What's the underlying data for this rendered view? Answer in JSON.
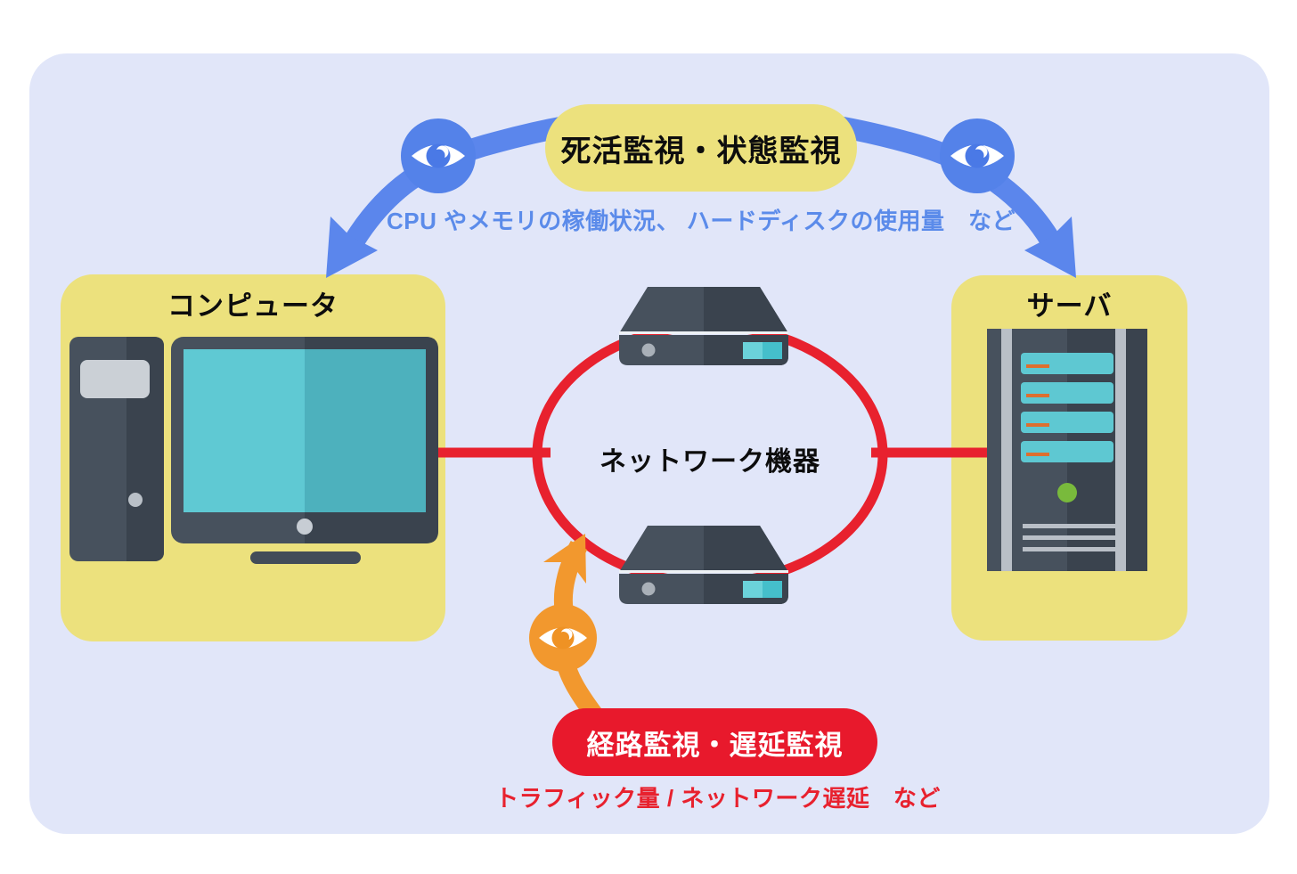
{
  "monitoring_top": {
    "label": "死活監視・状態監視",
    "caption": "CPU やメモリの稼働状況、 ハードディスクの使用量　など",
    "pill_color": "#ece17d",
    "arrow_color": "#5b86ec",
    "caption_color": "#5b8bea"
  },
  "monitoring_bottom": {
    "label": "経路監視・遅延監視",
    "caption": "トラフィック量 / ネットワーク遅延　など",
    "pill_color": "#e8192c",
    "arrow_color": "#f2982e",
    "caption_color": "#e8212e"
  },
  "nodes": {
    "computer": {
      "label": "コンピュータ",
      "box_color": "#ece17d"
    },
    "server": {
      "label": "サーバ",
      "box_color": "#ece17d"
    },
    "network": {
      "label": "ネットワーク機器",
      "ring_color": "#e8212e"
    }
  },
  "icons": {
    "blue_eye_left": "eye-icon",
    "blue_eye_right": "eye-icon",
    "orange_eye": "eye-icon"
  },
  "colors": {
    "page_bg": "#ffffff",
    "panel_bg": "#e1e6f9",
    "device_dark": "#47515d",
    "device_darker": "#3a434e",
    "screen_teal_light": "#5fc9d3",
    "screen_teal_dark": "#4db1bd",
    "rail_gray": "#b9bfc7",
    "led_green": "#79ba3c",
    "bay_dash_orange": "#dd6f2f"
  }
}
